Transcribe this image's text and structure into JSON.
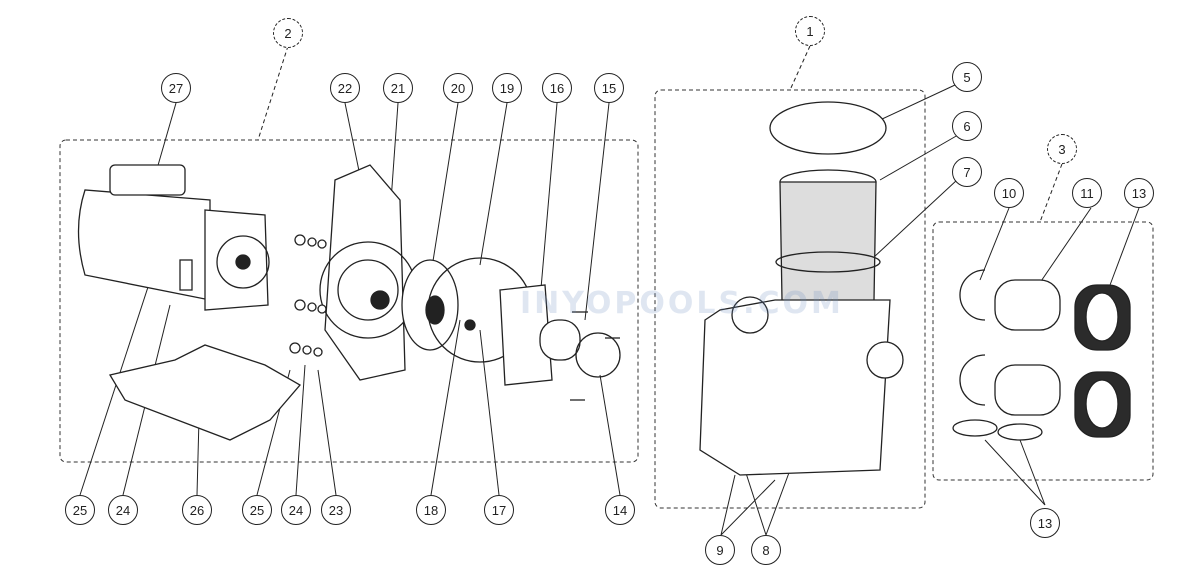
{
  "diagram": {
    "watermark": "INYOPOOLS.COM",
    "assembly_callouts": [
      "1",
      "2",
      "3"
    ],
    "part_callouts": [
      "5",
      "6",
      "7",
      "8",
      "9",
      "10",
      "11",
      "13",
      "14",
      "15",
      "16",
      "17",
      "18",
      "19",
      "20",
      "21",
      "22",
      "23",
      "24",
      "25",
      "26",
      "27"
    ]
  }
}
